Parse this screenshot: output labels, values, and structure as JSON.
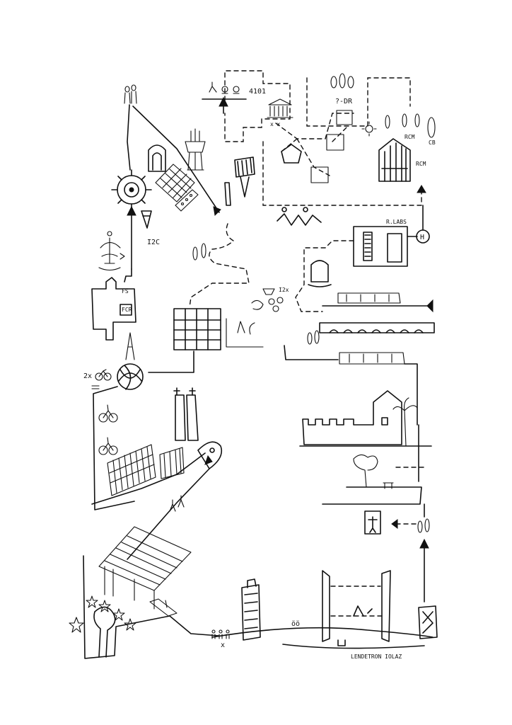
{
  "labels": {
    "alpha_code": "4101",
    "dr_mark": "?-DR",
    "rcm_top": "RCM",
    "cb_mark": "CB",
    "rcm_mid": "RCM",
    "r_labs": "R.LABS",
    "h_mark": "H",
    "i2c": "I2C",
    "fs_top": "FS",
    "fs_bottom": "FCR",
    "two_x_left": "2x",
    "i2x": "I2x",
    "xx": "x x",
    "x_mark": "x",
    "dots": "öö",
    "bottom_caption": "LENDETRON IOLAZ"
  }
}
